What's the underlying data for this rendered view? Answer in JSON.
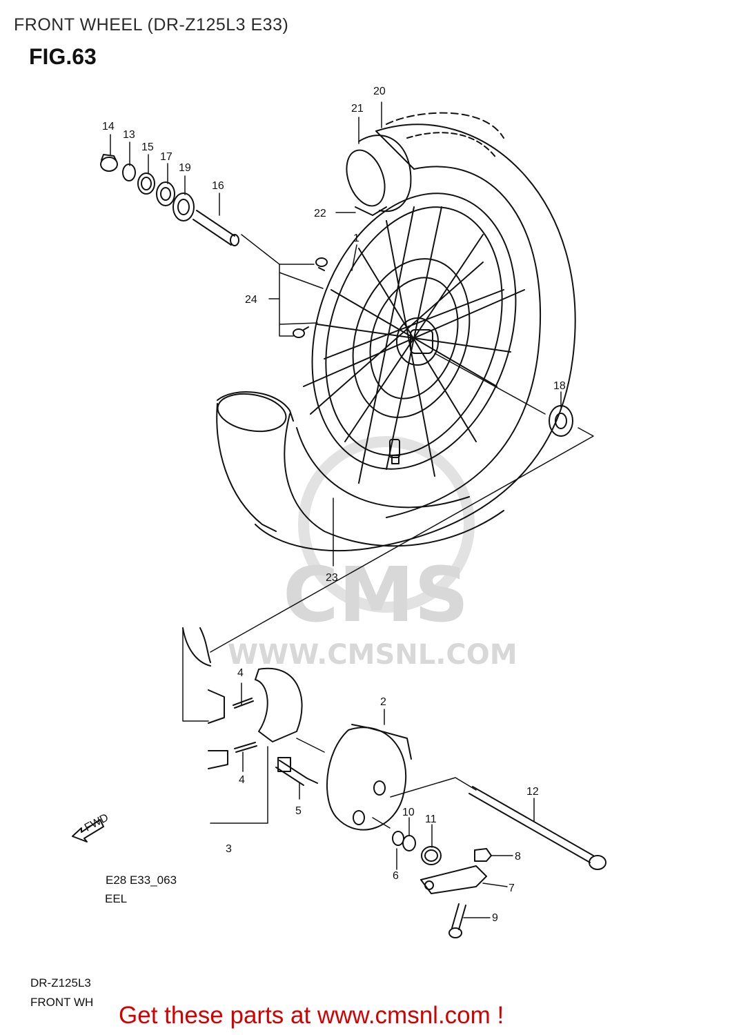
{
  "header": {
    "title": "FRONT WHEEL (DR-Z125L3 E33)",
    "figure": "FIG.63"
  },
  "watermark": {
    "logo_text": "CMS",
    "url_text": "WWW.CMSNL.COM"
  },
  "callouts": [
    {
      "id": "20",
      "label": "20"
    },
    {
      "id": "21",
      "label": "21"
    },
    {
      "id": "14",
      "label": "14"
    },
    {
      "id": "13",
      "label": "13"
    },
    {
      "id": "15",
      "label": "15"
    },
    {
      "id": "17",
      "label": "17"
    },
    {
      "id": "19",
      "label": "19"
    },
    {
      "id": "16",
      "label": "16"
    },
    {
      "id": "22",
      "label": "22"
    },
    {
      "id": "1",
      "label": "1"
    },
    {
      "id": "24",
      "label": "24"
    },
    {
      "id": "18",
      "label": "18"
    },
    {
      "id": "23",
      "label": "23"
    },
    {
      "id": "4a",
      "label": "4"
    },
    {
      "id": "2",
      "label": "2"
    },
    {
      "id": "4b",
      "label": "4"
    },
    {
      "id": "12",
      "label": "12"
    },
    {
      "id": "10",
      "label": "10"
    },
    {
      "id": "5",
      "label": "5"
    },
    {
      "id": "11",
      "label": "11"
    },
    {
      "id": "3",
      "label": "3"
    },
    {
      "id": "8",
      "label": "8"
    },
    {
      "id": "6",
      "label": "6"
    },
    {
      "id": "7",
      "label": "7"
    },
    {
      "id": "9",
      "label": "9"
    }
  ],
  "fwd_label": "FWD",
  "codes": {
    "diagram_code": "E28 E33_063",
    "region": "EEL"
  },
  "footer": {
    "model": "DR-Z125L3",
    "section": "FRONT WH",
    "cta": "Get these parts at www.cmsnl.com !",
    "cta_color": "#d20000"
  }
}
